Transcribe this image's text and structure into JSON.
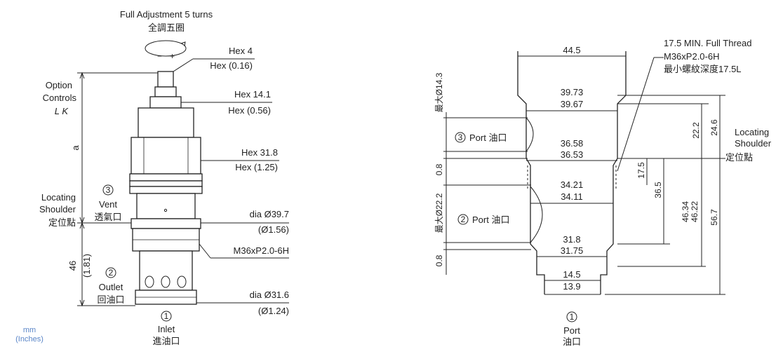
{
  "left": {
    "adjust_title": "Full Adjustment 5 turns",
    "adjust_title_cn": "全調五圈",
    "rot_minus": "−",
    "rot_plus": "+",
    "hex4": "Hex 4",
    "hex4_in": "Hex (0.16)",
    "hex14": "Hex 14.1",
    "hex14_in": "Hex (0.56)",
    "hex31": "Hex 31.8",
    "hex31_in": "Hex (1.25)",
    "dia397": "dia  Ø39.7",
    "dia397_in": "(Ø1.56)",
    "thread": "M36xP2.0-6H",
    "dia316": "dia  Ø31.6",
    "dia316_in": "(Ø1.24)",
    "option_1": "Option",
    "option_2": "Controls",
    "option_3": "L    K",
    "dim_a": "a",
    "locating_1": "Locating",
    "locating_2": "Shoulder",
    "locating_cn": "定位點",
    "port3_num": "3",
    "port3_name": "Vent",
    "port3_cn": "透氣口",
    "dim46": "46",
    "dim46_in": "(1.81)",
    "port2_num": "2",
    "port2_name": "Outlet",
    "port2_cn": "回油口",
    "port1_num": "1",
    "port1_name": "Inlet",
    "port1_cn": "進油口",
    "units_mm": "mm",
    "units_in": "(Inches)"
  },
  "right": {
    "d445": "44.5",
    "thread_note_1": "17.5 MIN. Full Thread",
    "thread_note_2": "M36xP2.0-6H",
    "thread_note_3": "最小螺紋深度17.5L",
    "d3973": "39.73",
    "d3967": "39.67",
    "d3658": "36.58",
    "d3653": "36.53",
    "d3421": "34.21",
    "d3411": "34.11",
    "d318": "31.8",
    "d3175": "31.75",
    "d145": "14.5",
    "d139": "13.9",
    "v_max143": "最大Ø14.3",
    "v_08a": "0.8",
    "v_max222": "最大Ø22.2",
    "v_08b": "0.8",
    "v_222": "22.2",
    "v_246": "24.6",
    "v_175": "17.5",
    "v_365": "36.5",
    "v_4634": "46.34",
    "v_4622": "46.22",
    "v_567": "56.7",
    "locating_1": "Locating",
    "locating_2": "Shoulder",
    "locating_cn": "定位點",
    "port3_num": "3",
    "port3_label": "Port 油口",
    "port2_num": "2",
    "port2_label": "Port 油口",
    "port1_num": "1",
    "port1_name": "Port",
    "port1_cn": "油口"
  }
}
